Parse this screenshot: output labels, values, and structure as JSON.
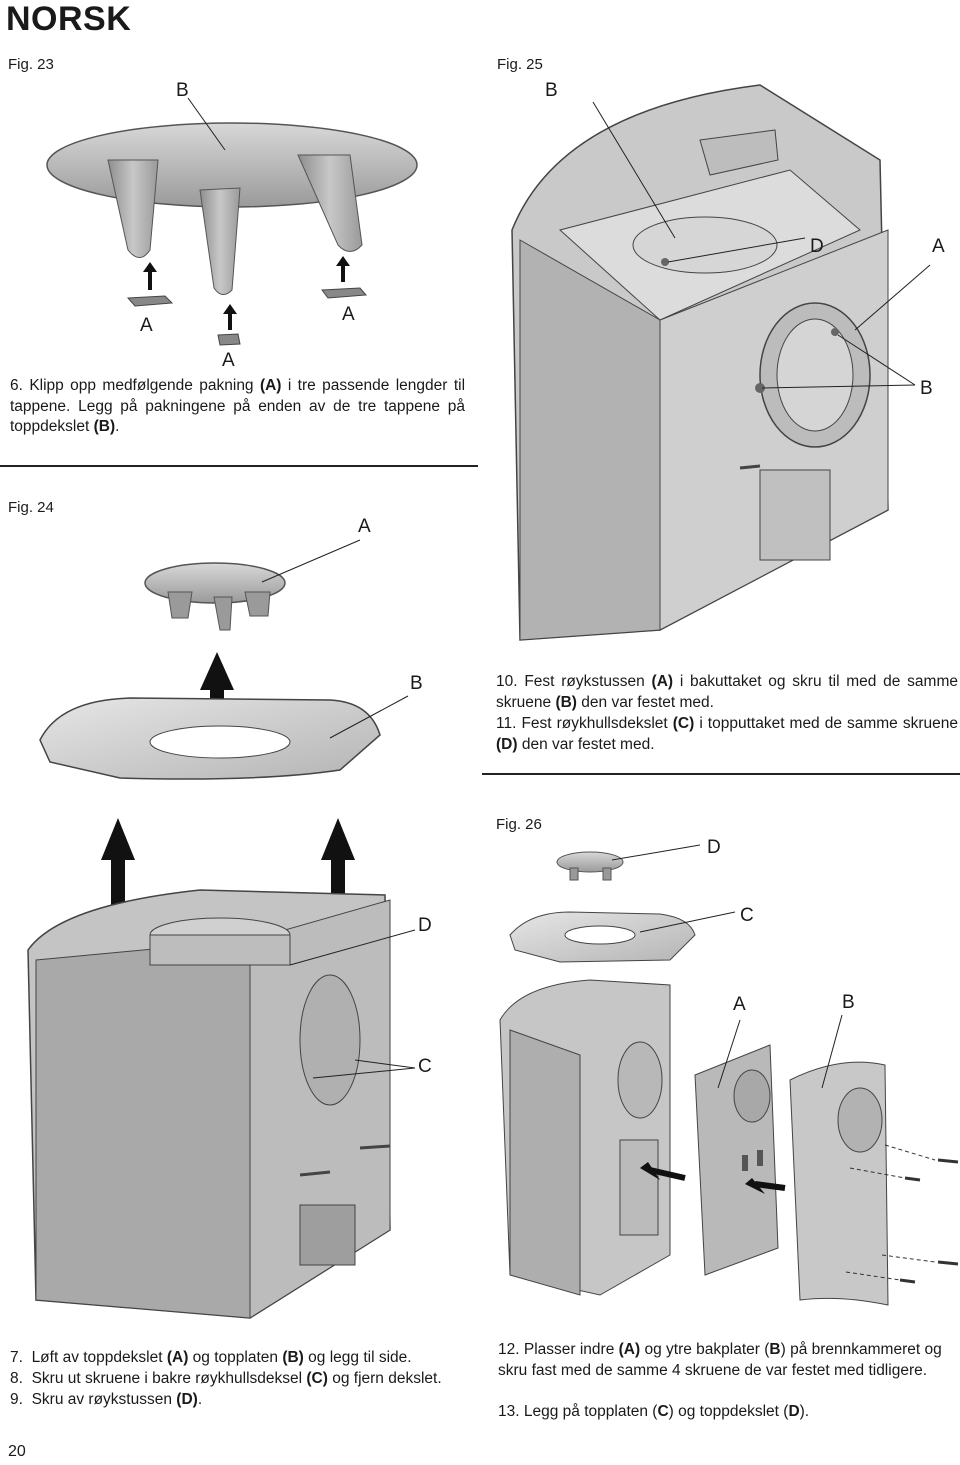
{
  "header": {
    "title": "NORSK"
  },
  "figures": {
    "fig23": {
      "caption": "Fig. 23",
      "labels": [
        "B",
        "A",
        "A",
        "A"
      ]
    },
    "fig24": {
      "caption": "Fig. 24",
      "labels": [
        "A",
        "B",
        "D",
        "C"
      ]
    },
    "fig25": {
      "caption": "Fig. 25",
      "labels": [
        "B",
        "D",
        "A",
        "B"
      ]
    },
    "fig26": {
      "caption": "Fig. 26",
      "labels": [
        "D",
        "C",
        "A",
        "B"
      ]
    }
  },
  "steps": {
    "s6": {
      "num": "6.",
      "pre": "Klipp opp medfølgende pakning ",
      "a": "(A)",
      "mid": " i tre passende lengder til tappene. Legg på pakningene på enden av de tre tappene på toppdekslet ",
      "b": "(B)",
      "end": "."
    },
    "s10": {
      "num": "10.",
      "pre": "Fest røykstussen ",
      "a": "(A)",
      "mid": " i bakuttaket og skru til med de samme skruene ",
      "b": "(B)",
      "end": " den var festet med."
    },
    "s11": {
      "num": "11.",
      "pre": "Fest røykhullsdekslet ",
      "c": "(C)",
      "mid": " i topputtaket med de samme skruene ",
      "d": "(D)",
      "end": " den var festet med."
    },
    "s7": {
      "num": "7.",
      "pre": "Løft av toppdekslet ",
      "a": "(A)",
      "mid": " og topplaten ",
      "b": "(B)",
      "end": " og legg til side."
    },
    "s8": {
      "num": "8.",
      "pre": "Skru ut skruene i bakre røykhullsdeksel ",
      "c": "(C)",
      "end": " og fjern dekslet."
    },
    "s9": {
      "num": "9.",
      "pre": "Skru av røykstussen ",
      "d": "(D)",
      "end": "."
    },
    "s12": {
      "num": "12.",
      "pre": "Plasser indre ",
      "a": "(A)",
      "mid": " og ytre bakplater (",
      "b": "B",
      "end": ") på brennkammeret og skru fast med de samme 4 skruene de var festet med tidligere."
    },
    "s13": {
      "num": "13.",
      "pre": "Legg på topplaten (",
      "c": "C",
      "mid": ") og toppdekslet (",
      "d": "D",
      "end": ")."
    }
  },
  "footer": {
    "page_number": "20"
  }
}
